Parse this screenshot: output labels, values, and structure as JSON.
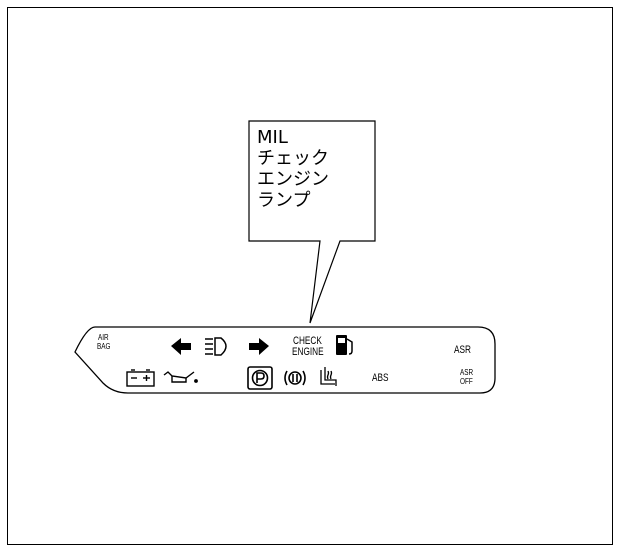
{
  "callout": {
    "lines": [
      "MIL",
      "チェック",
      "エンジン",
      "ランプ"
    ]
  },
  "panel": {
    "labels": {
      "air_bag": [
        "AIR",
        "BAG"
      ],
      "check_engine": [
        "CHECK",
        "ENGINE"
      ],
      "asr": "ASR",
      "asr_off": [
        "ASR",
        "OFF"
      ],
      "abs": "ABS"
    },
    "icons": [
      "left-turn-arrow-icon",
      "headlight-high-beam-icon",
      "right-turn-arrow-icon",
      "fuel-pump-icon",
      "battery-icon",
      "oil-pressure-icon",
      "parking-brake-icon",
      "brake-warning-icon",
      "seat-heater-icon"
    ]
  }
}
